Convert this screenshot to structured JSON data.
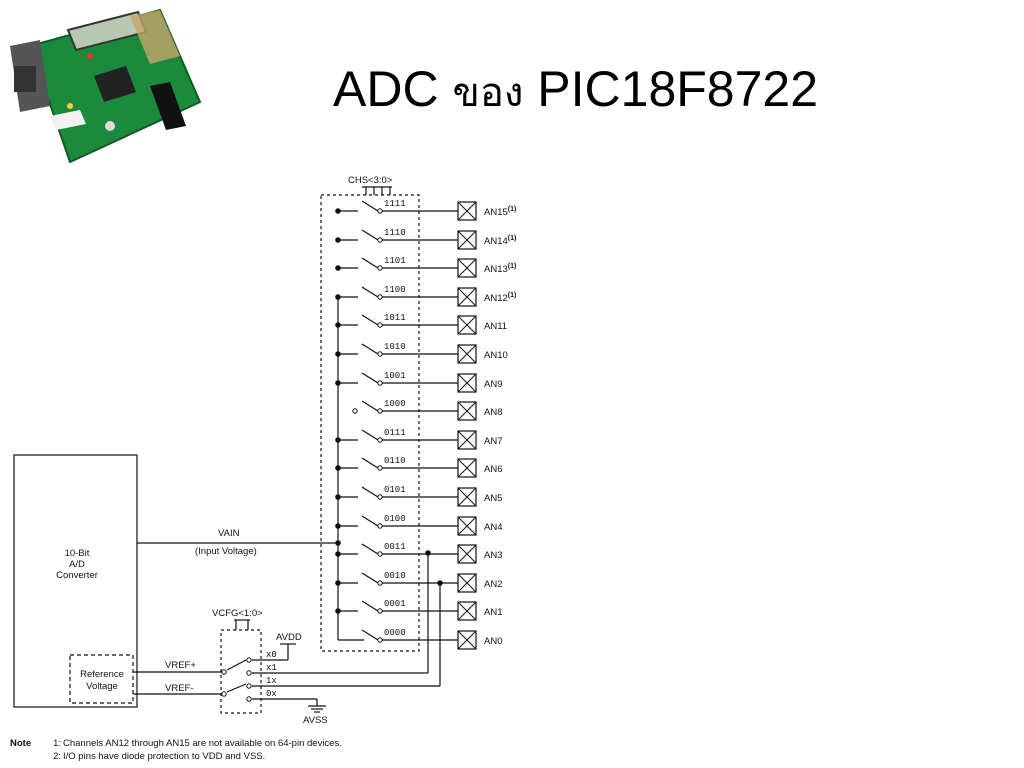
{
  "slide": {
    "title_prefix": "ADC",
    "title_thai": "ของ",
    "title_suffix": "PIC18F8722"
  },
  "board_image": {
    "icon": "dev-board-icon",
    "colors": {
      "pcb": "#1c8a3c",
      "silk": "#0b5d24",
      "lcd": "#b9c8b0"
    }
  },
  "diagram": {
    "chs_label": "CHS<3:0>",
    "channels": [
      {
        "code": "1111",
        "pin": "AN15",
        "note": "(1)",
        "tapped": false
      },
      {
        "code": "1110",
        "pin": "AN14",
        "note": "(1)",
        "tapped": false
      },
      {
        "code": "1101",
        "pin": "AN13",
        "note": "(1)",
        "tapped": false
      },
      {
        "code": "1100",
        "pin": "AN12",
        "note": "(1)",
        "tapped": true
      },
      {
        "code": "1011",
        "pin": "AN11",
        "note": "",
        "tapped": true
      },
      {
        "code": "1010",
        "pin": "AN10",
        "note": "",
        "tapped": true
      },
      {
        "code": "1001",
        "pin": "AN9",
        "note": "",
        "tapped": true
      },
      {
        "code": "1000",
        "pin": "AN8",
        "note": "",
        "tapped": false
      },
      {
        "code": "0111",
        "pin": "AN7",
        "note": "",
        "tapped": true
      },
      {
        "code": "0110",
        "pin": "AN6",
        "note": "",
        "tapped": true
      },
      {
        "code": "0101",
        "pin": "AN5",
        "note": "",
        "tapped": true
      },
      {
        "code": "0100",
        "pin": "AN4",
        "note": "",
        "tapped": true
      },
      {
        "code": "0011",
        "pin": "AN3",
        "note": "",
        "tapped": true
      },
      {
        "code": "0010",
        "pin": "AN2",
        "note": "",
        "tapped": true
      },
      {
        "code": "0001",
        "pin": "AN1",
        "note": "",
        "tapped": true
      },
      {
        "code": "0000",
        "pin": "AN0",
        "note": "",
        "tapped": true
      }
    ],
    "converter_lines": [
      "10-Bit",
      "A/D",
      "Converter"
    ],
    "vain_label": "VAIN",
    "input_voltage_label": "(Input Voltage)",
    "vcfg_label": "VCFG<1:0>",
    "avdd_label": "AVDD",
    "avss_label": "AVSS",
    "vref_plus_label": "VREF+",
    "vref_minus_label": "VREF-",
    "reference_lines": [
      "Reference",
      "Voltage"
    ],
    "vcfg_codes": [
      "x0",
      "x1",
      "1x",
      "0x"
    ]
  },
  "notes": [
    {
      "label": "Note",
      "num": "1:",
      "text": "Channels AN12 through AN15 are not available on 64-pin devices."
    },
    {
      "label": "",
      "num": "2:",
      "text": "I/O pins have diode protection to VDD and VSS."
    }
  ]
}
